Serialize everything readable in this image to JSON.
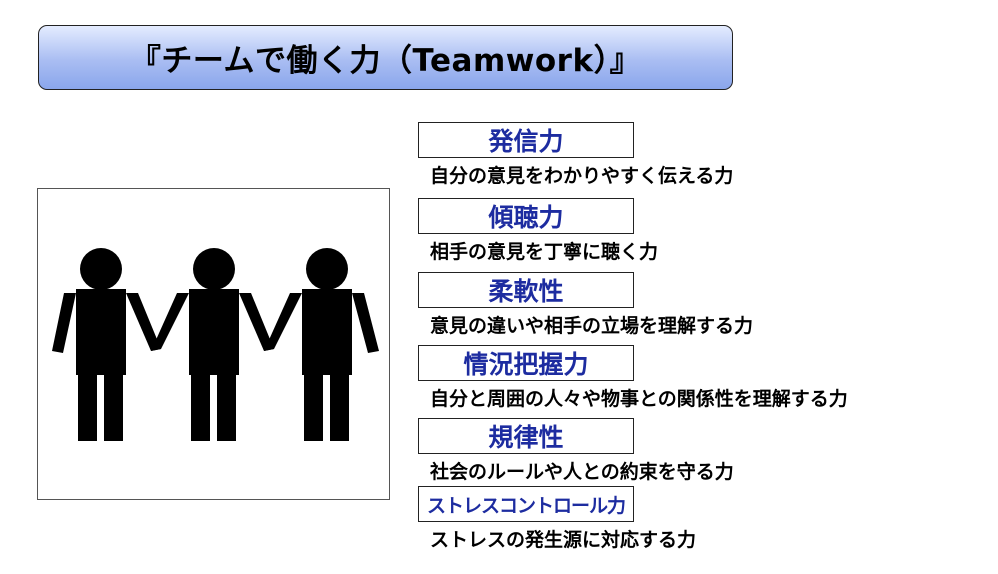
{
  "title": "『チームで働く力（Teamwork）』",
  "illustration": {
    "icon": "three-people-holding-hands-icon"
  },
  "skills": [
    {
      "name": "発信力",
      "description": "自分の意見をわかりやすく伝える力"
    },
    {
      "name": "傾聴力",
      "description": "相手の意見を丁寧に聴く力"
    },
    {
      "name": "柔軟性",
      "description": "意見の違いや相手の立場を理解する力"
    },
    {
      "name": "情況把握力",
      "description": "自分と周囲の人々や物事との関係性を理解する力"
    },
    {
      "name": "規律性",
      "description": "社会のルールや人との約束を守る力"
    },
    {
      "name": "ストレスコントロール力",
      "description": "ストレスの発生源に対応する力"
    }
  ],
  "colors": {
    "title_gradient_top": "#e4ecff",
    "title_gradient_bottom": "#8aa6ec",
    "skill_name": "#1d2ca0",
    "figure": "#000000"
  }
}
